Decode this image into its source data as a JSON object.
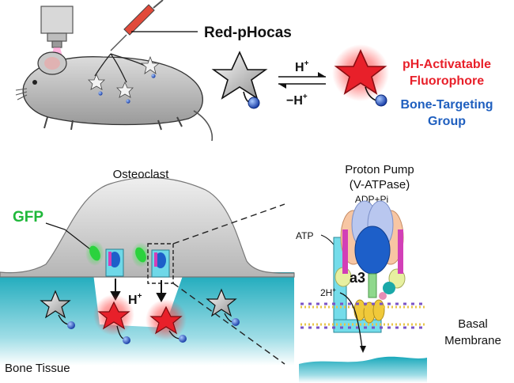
{
  "labels": {
    "probe_name": "Red-pHocas",
    "forward_arrow": "H",
    "forward_arrow_sup": "+",
    "reverse_arrow": "−H",
    "reverse_arrow_sup": "+",
    "fluorophore_line1": "pH-Activatable",
    "fluorophore_line2": "Fluorophore",
    "bone_group_line1": "Bone-Targeting",
    "bone_group_line2": "Group",
    "osteoclast": "Osteoclast",
    "gfp": "GFP",
    "proton": "H",
    "proton_sup": "+",
    "bone_tissue": "Bone Tissue",
    "pump_line1": "Proton Pump",
    "pump_line2": "(V-ATPase)",
    "adp": "ADP+Pi",
    "atp": "ATP",
    "two_h": "2H",
    "two_h_sup": "+",
    "subunit": "a3",
    "membrane_line1": "Basal",
    "membrane_line2": "Membrane"
  },
  "colors": {
    "activated_red": "#e8202a",
    "bone_group_blue": "#1f5fbf",
    "gfp_green": "#1fb83a",
    "bone_teal": "#19a7b8",
    "cell_gray": "#c7c7c7"
  },
  "icons": [
    "mouse",
    "microscope",
    "syringe",
    "star-probe",
    "proton-pump"
  ]
}
